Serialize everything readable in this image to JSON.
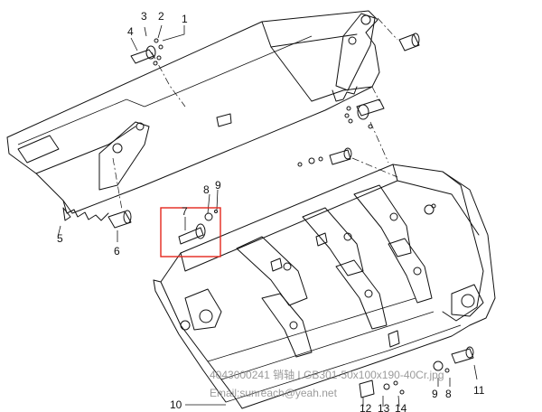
{
  "diagram": {
    "callouts": {
      "c1": "1",
      "c2": "2",
      "c3": "3",
      "c4": "4",
      "c5": "5",
      "c6": "6",
      "c7": "7",
      "c8": "8",
      "c9": "9",
      "c8b": "8",
      "c9b": "9",
      "c10": "10",
      "c11": "11",
      "c12": "12",
      "c13": "13",
      "c14": "14"
    },
    "highlight_color": "#e3261c",
    "caption_line1": "4043000241 销轴 LGB301-50x100x190-40Cr.jpg",
    "caption_line2": "Email:sunreach@yeah.net"
  }
}
